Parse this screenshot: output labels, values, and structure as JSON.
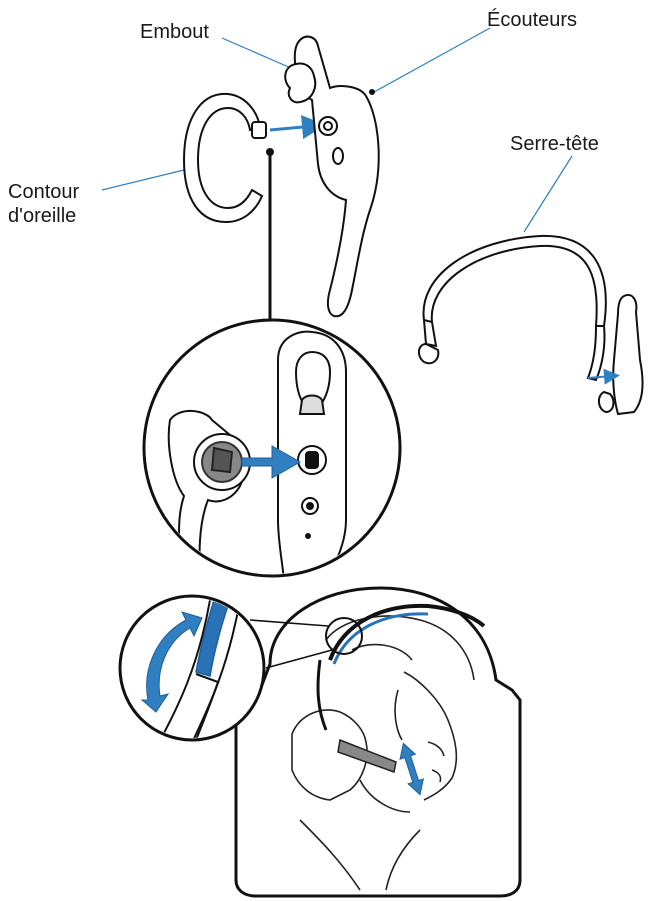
{
  "labels": {
    "embout": "Embout",
    "ecouteurs": "Écouteurs",
    "serre_tete": "Serre-tête",
    "contour_line1": "Contour",
    "contour_line2": "d'oreille"
  },
  "colors": {
    "line": "#111111",
    "accent_blue": "#2f7fc1",
    "blue_band": "#2a72b8",
    "background": "#ffffff"
  }
}
